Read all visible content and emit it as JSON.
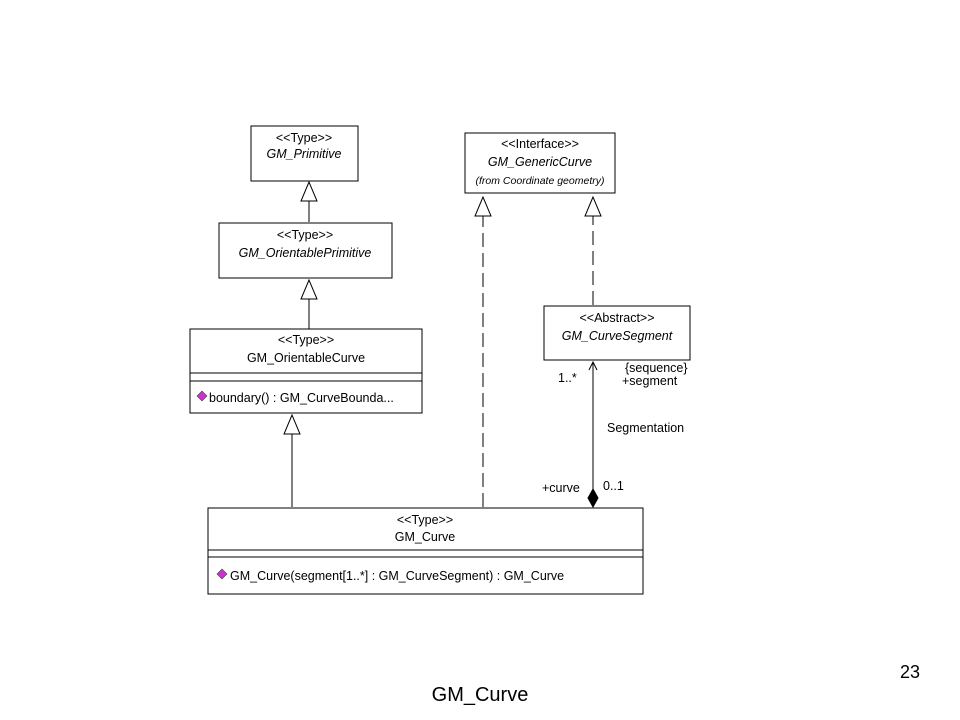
{
  "classes": {
    "primitive": {
      "stereotype": "<<Type>>",
      "name": "GM_Primitive"
    },
    "orientable_primitive": {
      "stereotype": "<<Type>>",
      "name": "GM_OrientablePrimitive"
    },
    "orientable_curve": {
      "stereotype": "<<Type>>",
      "name": "GM_OrientableCurve",
      "operation": "boundary() : GM_CurveBounda..."
    },
    "generic_curve": {
      "stereotype": "<<Interface>>",
      "name": "GM_GenericCurve",
      "note": "(from Coordinate geometry)"
    },
    "curve_segment": {
      "stereotype": "<<Abstract>>",
      "name": "GM_CurveSegment"
    },
    "curve": {
      "stereotype": "<<Type>>",
      "name": "GM_Curve",
      "operation": "GM_Curve(segment[1..*] : GM_CurveSegment) : GM_Curve"
    }
  },
  "association": {
    "name": "Segmentation",
    "segment_multiplicity": "1..*",
    "segment_constraint": "{sequence}",
    "segment_role": "+segment",
    "curve_role": "+curve",
    "curve_multiplicity": "0..1"
  },
  "colors": {
    "operation_icon": "#cc33cc"
  },
  "page": {
    "number": "23",
    "caption": "GM_Curve"
  }
}
